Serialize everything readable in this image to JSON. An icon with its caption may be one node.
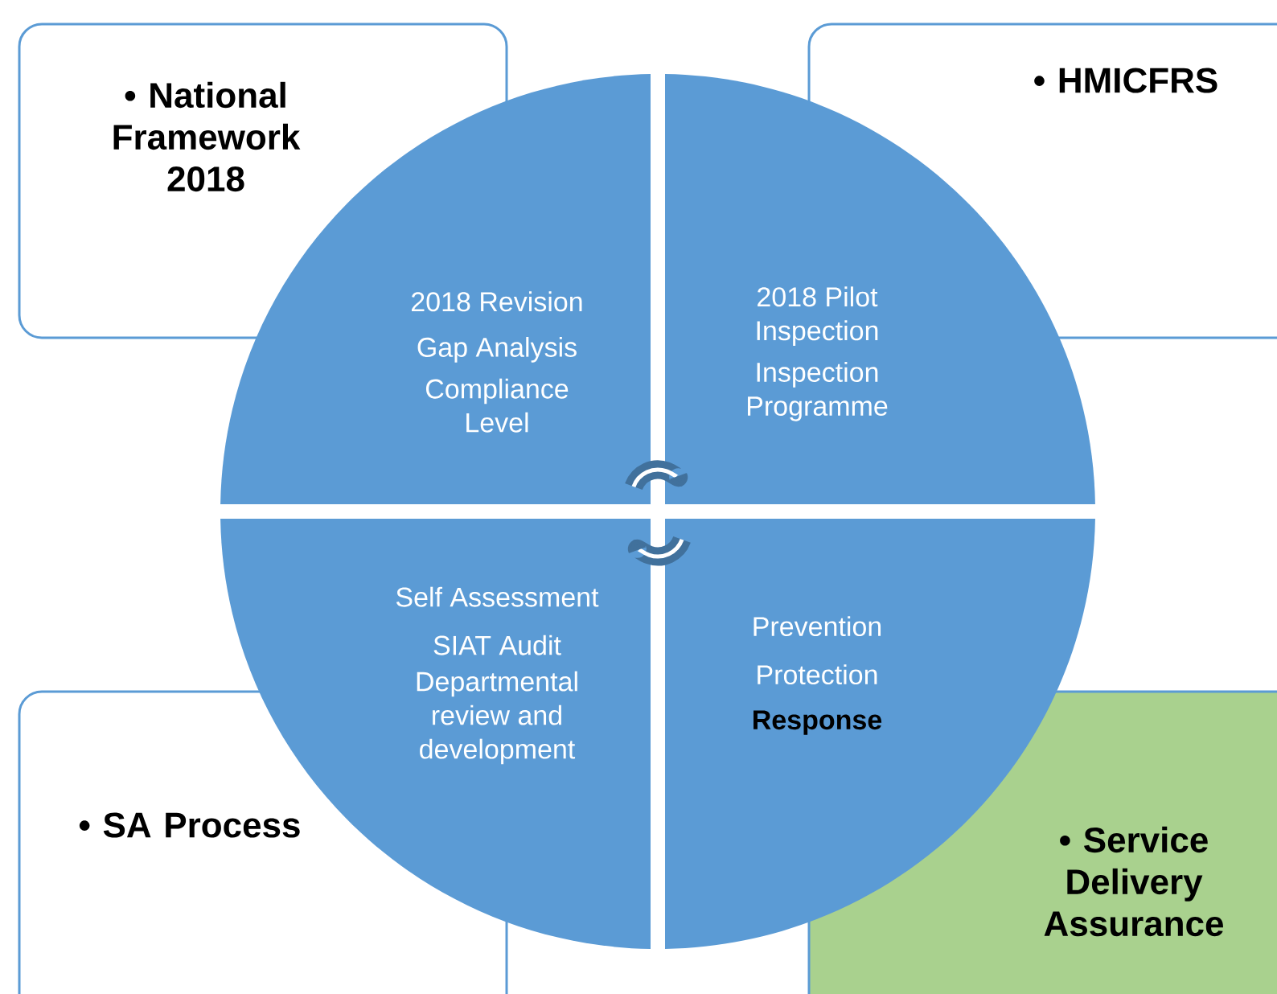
{
  "diagram": {
    "nodes": [
      {
        "text": [
          "• National Framework 2018"
        ]
      },
      {
        "text": [
          "• HMICFRS"
        ]
      },
      {
        "text": [
          "2018 Revision",
          "Gap Analysis",
          "Compliance Level"
        ]
      },
      {
        "text": [
          "2018 Pilot Inspection",
          "Inspection Programme"
        ]
      },
      {
        "text": [
          "Self Assessment",
          "SIAT Audit",
          "Departmental review and development"
        ]
      },
      {
        "text": [
          "Prevention",
          "Protection",
          "Response"
        ]
      },
      {
        "text": [
          "• SA Process"
        ]
      },
      {
        "text": [
          "• Service Delivery Assurance"
        ]
      }
    ],
    "edges": [
      {
        "from": 2,
        "to": 3,
        "arrow": "to"
      },
      {
        "from": 5,
        "to": 4,
        "arrow": "to"
      }
    ]
  }
}
